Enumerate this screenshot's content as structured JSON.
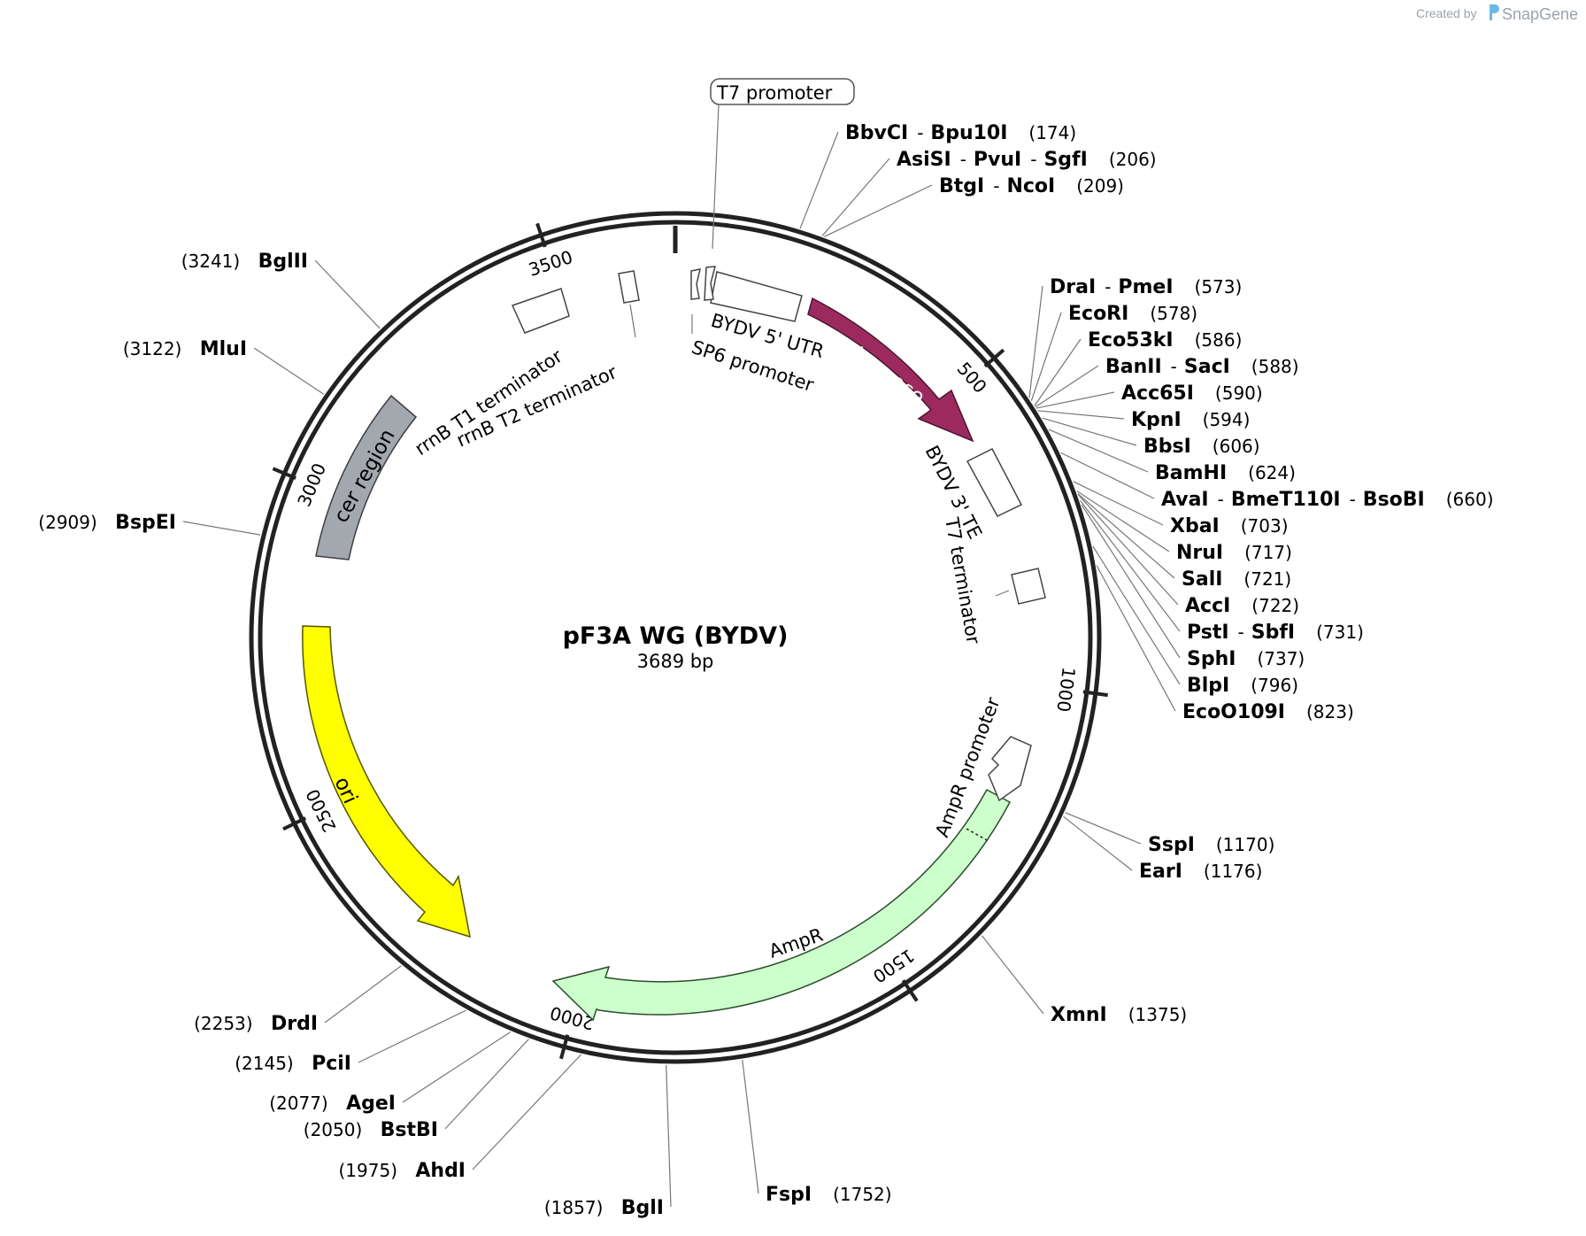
{
  "plasmid": {
    "name": "pF3A WG (BYDV)",
    "length_label": "3689 bp",
    "length": 3689
  },
  "credit": {
    "prefix": "Created by",
    "brand": "SnapGene"
  },
  "ticks": [
    {
      "label": "500",
      "position": 500
    },
    {
      "label": "1000",
      "position": 1000
    },
    {
      "label": "1500",
      "position": 1500
    },
    {
      "label": "2000",
      "position": 2000
    },
    {
      "label": "2500",
      "position": 2500
    },
    {
      "label": "3000",
      "position": 3000
    },
    {
      "label": "3500",
      "position": 3500
    }
  ],
  "features": [
    {
      "name": "barnase",
      "color": "#9c2a5f"
    },
    {
      "name": "AmpR",
      "color": "#ccffcc"
    },
    {
      "name": "ori",
      "color": "#ffff00"
    },
    {
      "name": "cer region",
      "color": "#a3a8ae"
    },
    {
      "name": "AmpR promoter",
      "color": "#ffffff"
    },
    {
      "name": "BYDV 3' TE",
      "color": "#ffffff"
    },
    {
      "name": "T7 terminator",
      "color": "#ffffff"
    },
    {
      "name": "BYDV 5' UTR",
      "color": "#ffffff"
    },
    {
      "name": "SP6 promoter",
      "color": "#ffffff"
    },
    {
      "name": "rrnB T1 terminator",
      "color": "#ffffff"
    },
    {
      "name": "rrnB T2 terminator",
      "color": "#ffffff"
    },
    {
      "name": "T7 promoter",
      "color": "#ffffff"
    }
  ],
  "sites_right": [
    {
      "enzymes": [
        "BbvCI",
        "Bpu10I"
      ],
      "position": "(174)"
    },
    {
      "enzymes": [
        "AsiSI",
        "PvuI",
        "SgfI"
      ],
      "position": "(206)"
    },
    {
      "enzymes": [
        "BtgI",
        "NcoI"
      ],
      "position": "(209)"
    },
    {
      "enzymes": [
        "DraI",
        "PmeI"
      ],
      "position": "(573)"
    },
    {
      "enzymes": [
        "EcoRI"
      ],
      "position": "(578)"
    },
    {
      "enzymes": [
        "Eco53kI"
      ],
      "position": "(586)"
    },
    {
      "enzymes": [
        "BanII",
        "SacI"
      ],
      "position": "(588)"
    },
    {
      "enzymes": [
        "Acc65I"
      ],
      "position": "(590)"
    },
    {
      "enzymes": [
        "KpnI"
      ],
      "position": "(594)"
    },
    {
      "enzymes": [
        "BbsI"
      ],
      "position": "(606)"
    },
    {
      "enzymes": [
        "BamHI"
      ],
      "position": "(624)"
    },
    {
      "enzymes": [
        "AvaI",
        "BmeT110I",
        "BsoBI"
      ],
      "position": "(660)"
    },
    {
      "enzymes": [
        "XbaI"
      ],
      "position": "(703)"
    },
    {
      "enzymes": [
        "NruI"
      ],
      "position": "(717)"
    },
    {
      "enzymes": [
        "SalI"
      ],
      "position": "(721)"
    },
    {
      "enzymes": [
        "AccI"
      ],
      "position": "(722)"
    },
    {
      "enzymes": [
        "PstI",
        "SbfI"
      ],
      "position": "(731)"
    },
    {
      "enzymes": [
        "SphI"
      ],
      "position": "(737)"
    },
    {
      "enzymes": [
        "BlpI"
      ],
      "position": "(796)"
    },
    {
      "enzymes": [
        "EcoO109I"
      ],
      "position": "(823)"
    },
    {
      "enzymes": [
        "SspI"
      ],
      "position": "(1170)"
    },
    {
      "enzymes": [
        "EarI"
      ],
      "position": "(1176)"
    },
    {
      "enzymes": [
        "XmnI"
      ],
      "position": "(1375)"
    },
    {
      "enzymes": [
        "FspI"
      ],
      "position": "(1752)"
    }
  ],
  "sites_left": [
    {
      "enzymes": [
        "BglI"
      ],
      "position": "(1857)"
    },
    {
      "enzymes": [
        "AhdI"
      ],
      "position": "(1975)"
    },
    {
      "enzymes": [
        "BstBI"
      ],
      "position": "(2050)"
    },
    {
      "enzymes": [
        "AgeI"
      ],
      "position": "(2077)"
    },
    {
      "enzymes": [
        "PciI"
      ],
      "position": "(2145)"
    },
    {
      "enzymes": [
        "DrdI"
      ],
      "position": "(2253)"
    },
    {
      "enzymes": [
        "BspEI"
      ],
      "position": "(2909)"
    },
    {
      "enzymes": [
        "MluI"
      ],
      "position": "(3122)"
    },
    {
      "enzymes": [
        "BglII"
      ],
      "position": "(3241)"
    }
  ]
}
